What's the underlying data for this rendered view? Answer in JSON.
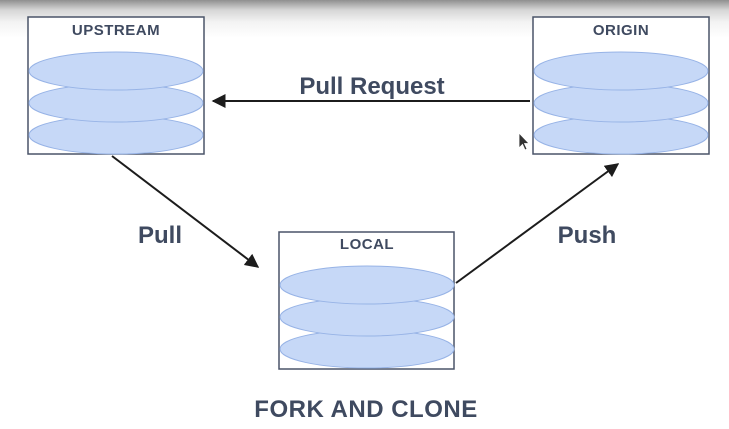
{
  "title": "FORK AND CLONE",
  "repos": {
    "upstream": "UPSTREAM",
    "origin": "ORIGIN",
    "local": "LOCAL"
  },
  "edges": {
    "pull_request": "Pull Request",
    "pull": "Pull",
    "push": "Push"
  },
  "colors": {
    "text": "#3f4a60",
    "box_border": "#4a5468",
    "disk_fill": "#c6d8f7",
    "disk_stroke": "#97b3e6",
    "arrow": "#1c1c1c"
  }
}
